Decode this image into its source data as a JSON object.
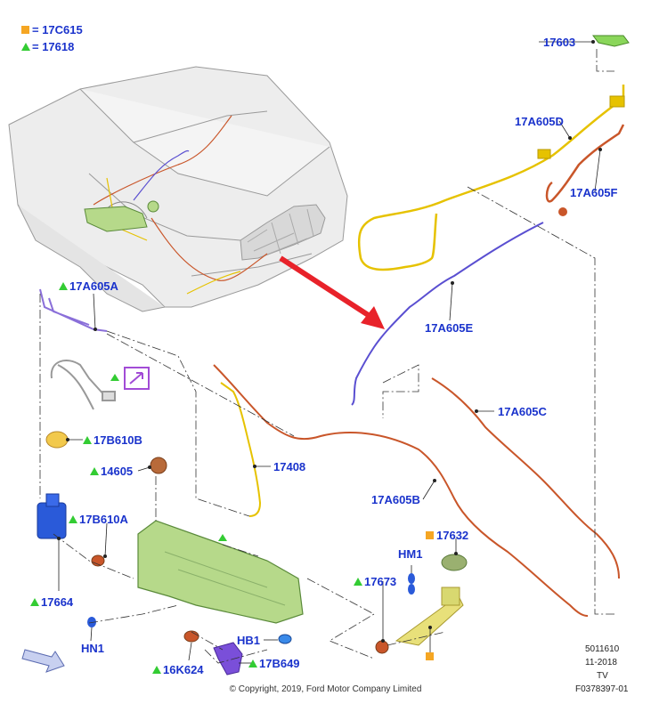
{
  "legend": [
    {
      "marker": "square",
      "color": "#f5a623",
      "text": "= 17C615"
    },
    {
      "marker": "triangle",
      "color": "#33cc33",
      "text": "= 17618"
    }
  ],
  "colors": {
    "label_blue": "#1a33cc",
    "marker_green": "#33cc33",
    "marker_orange": "#f5a623",
    "hose_yellow": "#e6c200",
    "hose_blue": "#5a4fd1",
    "hose_orange": "#c9562a",
    "callout_arrow": "#e8222a",
    "reservoir_green": "#b6d98a",
    "icon_purple": "#a24cd6"
  },
  "labels": {
    "p17603": "17603",
    "p17A605D": "17A605D",
    "p17A605F": "17A605F",
    "p17A605E": "17A605E",
    "p17A605A": "17A605A",
    "p17A605C": "17A605C",
    "p17B610B": "17B610B",
    "p14605": "14605",
    "p17408": "17408",
    "p17A605B": "17A605B",
    "p17B610A": "17B610A",
    "p17632": "17632",
    "pHM1": "HM1",
    "p17673": "17673",
    "p17664": "17664",
    "pHN1": "HN1",
    "pHB1": "HB1",
    "p16K624": "16K624",
    "p17B649": "17B649"
  },
  "meta": {
    "code": "5011610",
    "date": "11-2018",
    "initials": "TV",
    "figure_id": "F0378397-01",
    "copyright": "© Copyright, 2019, Ford Motor Company Limited"
  }
}
